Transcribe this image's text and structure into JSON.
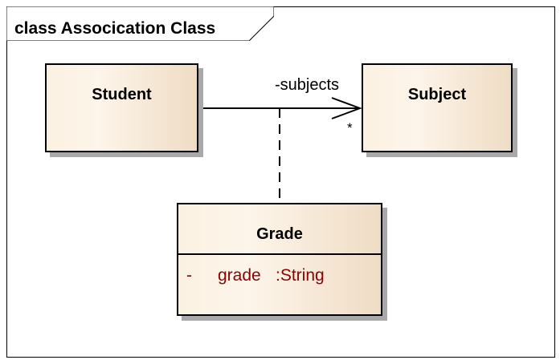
{
  "diagram": {
    "frame": {
      "kind": "class",
      "name": "Assocication Class"
    },
    "classes": {
      "student": {
        "name": "Student"
      },
      "subject": {
        "name": "Subject"
      },
      "grade": {
        "name": "Grade",
        "attributes": [
          {
            "visibility": "-",
            "name": "grade",
            "type": ":String"
          }
        ]
      }
    },
    "association": {
      "role": "-subjects",
      "multiplicity": "*"
    }
  },
  "colors": {
    "border": "#000000",
    "shadow": "#a9a9a9",
    "class_fill_light": "#fdf5ea",
    "class_fill_dark": "#efdcc4",
    "attribute_text": "#8b0000"
  }
}
